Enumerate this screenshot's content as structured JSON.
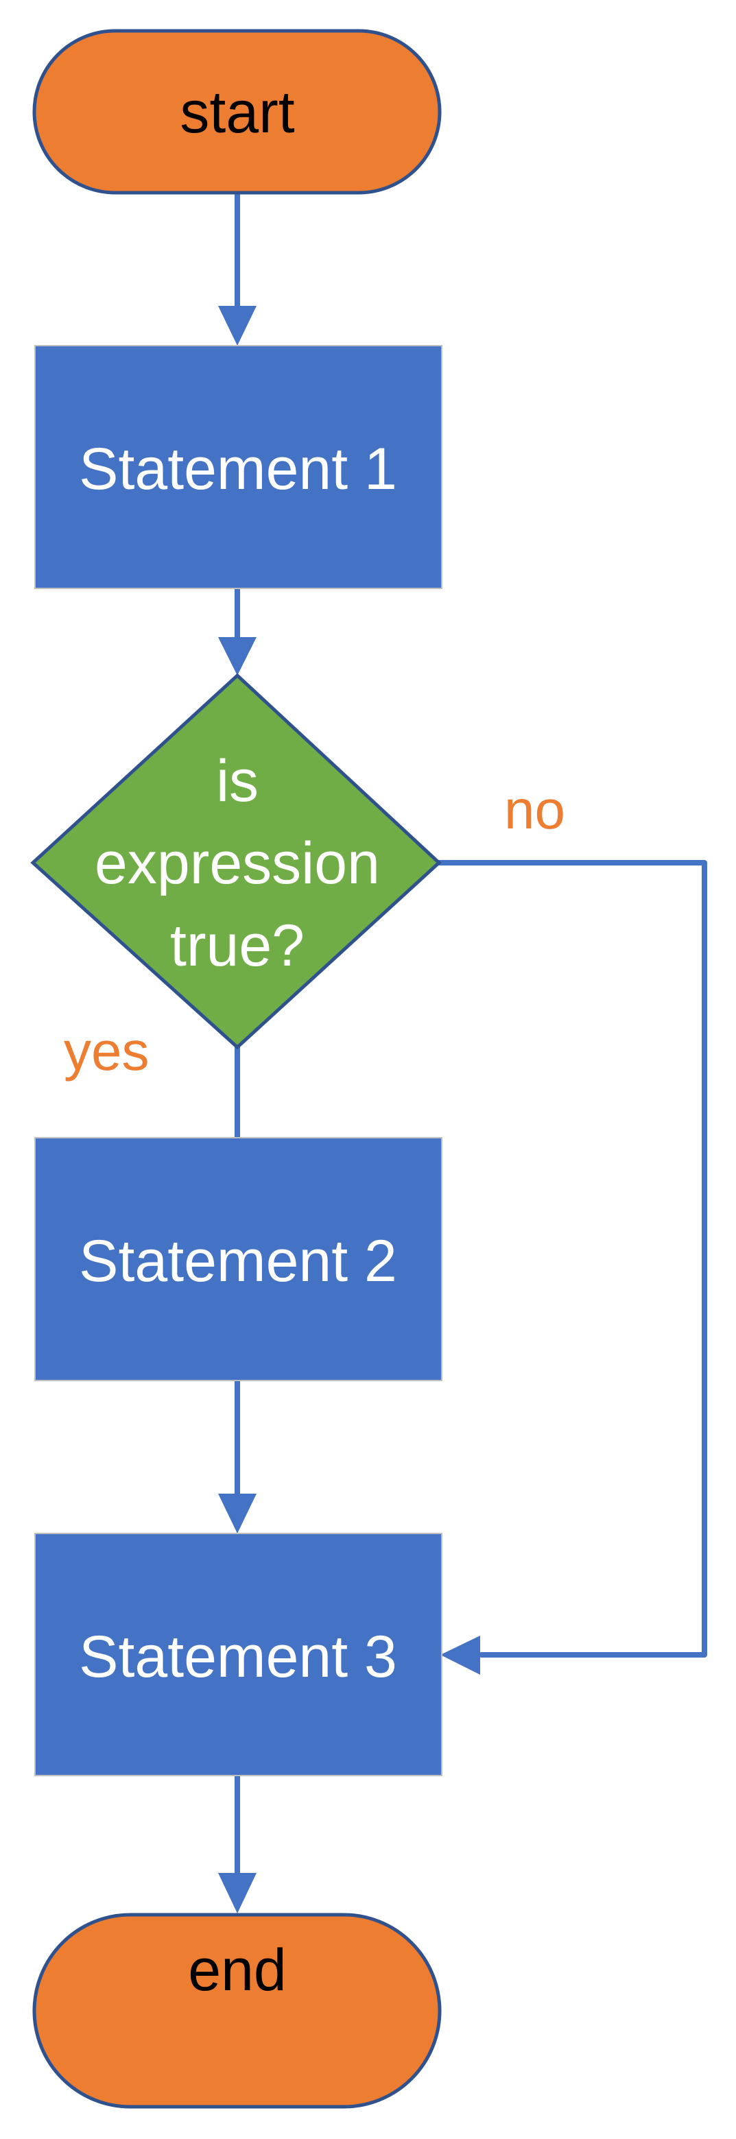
{
  "diagram": {
    "type": "flowchart",
    "title": "",
    "colors": {
      "terminal_fill": "#ED7D31",
      "process_fill": "#4472C4",
      "decision_fill": "#70AD47",
      "shape_stroke": "#2F528F",
      "process_stroke": "#BFBFBF",
      "connector": "#4472C4",
      "branch_label": "#ED7D31",
      "terminal_text": "#000000",
      "inner_text": "#FFFFFF"
    },
    "nodes": {
      "start": {
        "shape": "terminal",
        "label": "start"
      },
      "statement1": {
        "shape": "process",
        "label": "Statement 1"
      },
      "decision": {
        "shape": "decision",
        "lines": [
          "is",
          "expression",
          "true?"
        ]
      },
      "statement2": {
        "shape": "process",
        "label": "Statement 2"
      },
      "statement3": {
        "shape": "process",
        "label": "Statement 3"
      },
      "end": {
        "shape": "terminal",
        "label": "end"
      }
    },
    "edges": [
      {
        "from": "start",
        "to": "statement1",
        "label": ""
      },
      {
        "from": "statement1",
        "to": "decision",
        "label": ""
      },
      {
        "from": "decision",
        "to": "statement2",
        "label": "yes"
      },
      {
        "from": "decision",
        "to": "statement3",
        "label": "no"
      },
      {
        "from": "statement2",
        "to": "statement3",
        "label": ""
      },
      {
        "from": "statement3",
        "to": "end",
        "label": ""
      }
    ],
    "branch_labels": {
      "yes": "yes",
      "no": "no"
    }
  }
}
